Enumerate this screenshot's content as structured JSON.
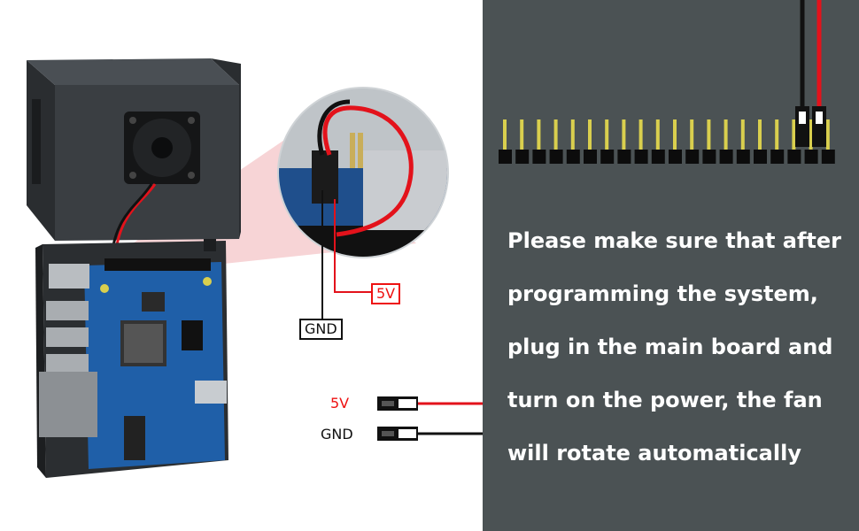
{
  "labels": {
    "callout_gnd": "GND",
    "callout_5v": "5V",
    "legend_5v": "5V",
    "legend_gnd": "GND"
  },
  "message": {
    "lines": [
      "Please make sure that after",
      "programming the system,",
      "plug in the main board and",
      "turn on the power, the fan",
      "will rotate automatically"
    ]
  },
  "colors": {
    "panel_bg": "#4b5254",
    "wire_red": "#e3121b",
    "wire_black": "#111111",
    "pin_gold": "#d9cf4e",
    "board_blue": "#1f5fa8",
    "case_black": "#2b2e31"
  }
}
